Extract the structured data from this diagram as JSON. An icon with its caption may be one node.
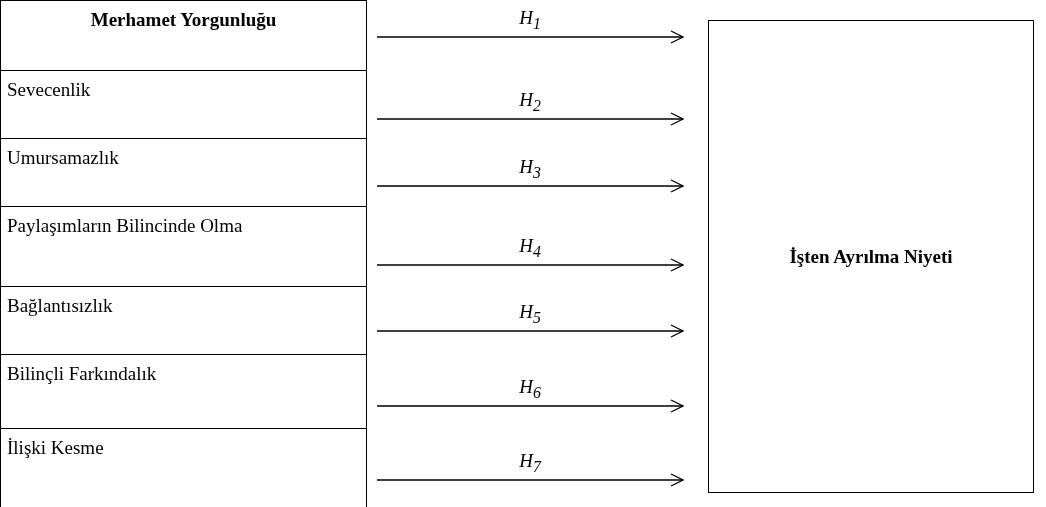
{
  "diagram": {
    "nodes": [
      {
        "text": [
          "Merhamet Yorgunluğu"
        ]
      },
      {
        "text": [
          "Sevecenlik"
        ]
      },
      {
        "text": [
          "Umursamazlık"
        ]
      },
      {
        "text": [
          "Paylaşımların Bilincinde Olma"
        ]
      },
      {
        "text": [
          "Bağlantısızlık"
        ]
      },
      {
        "text": [
          "Bilinçli Farkındalık"
        ]
      },
      {
        "text": [
          "İlişki Kesme"
        ]
      },
      {
        "text": [
          "İşten Ayrılma Niyeti"
        ]
      }
    ],
    "edges": [
      {
        "from": 0,
        "to": 7,
        "arrow": "to",
        "label": "H$_{1}$"
      },
      {
        "from": 1,
        "to": 7,
        "arrow": "to",
        "label": "H$_{2}$"
      },
      {
        "from": 2,
        "to": 7,
        "arrow": "to",
        "label": "H$_{3}$"
      },
      {
        "from": 3,
        "to": 7,
        "arrow": "to",
        "label": "H$_{4}$"
      },
      {
        "from": 4,
        "to": 7,
        "arrow": "to",
        "label": "H$_{5}$"
      },
      {
        "from": 5,
        "to": 7,
        "arrow": "to",
        "label": "H$_{6}$"
      },
      {
        "from": 6,
        "to": 7,
        "arrow": "to",
        "label": "H$_{7}$"
      }
    ]
  }
}
